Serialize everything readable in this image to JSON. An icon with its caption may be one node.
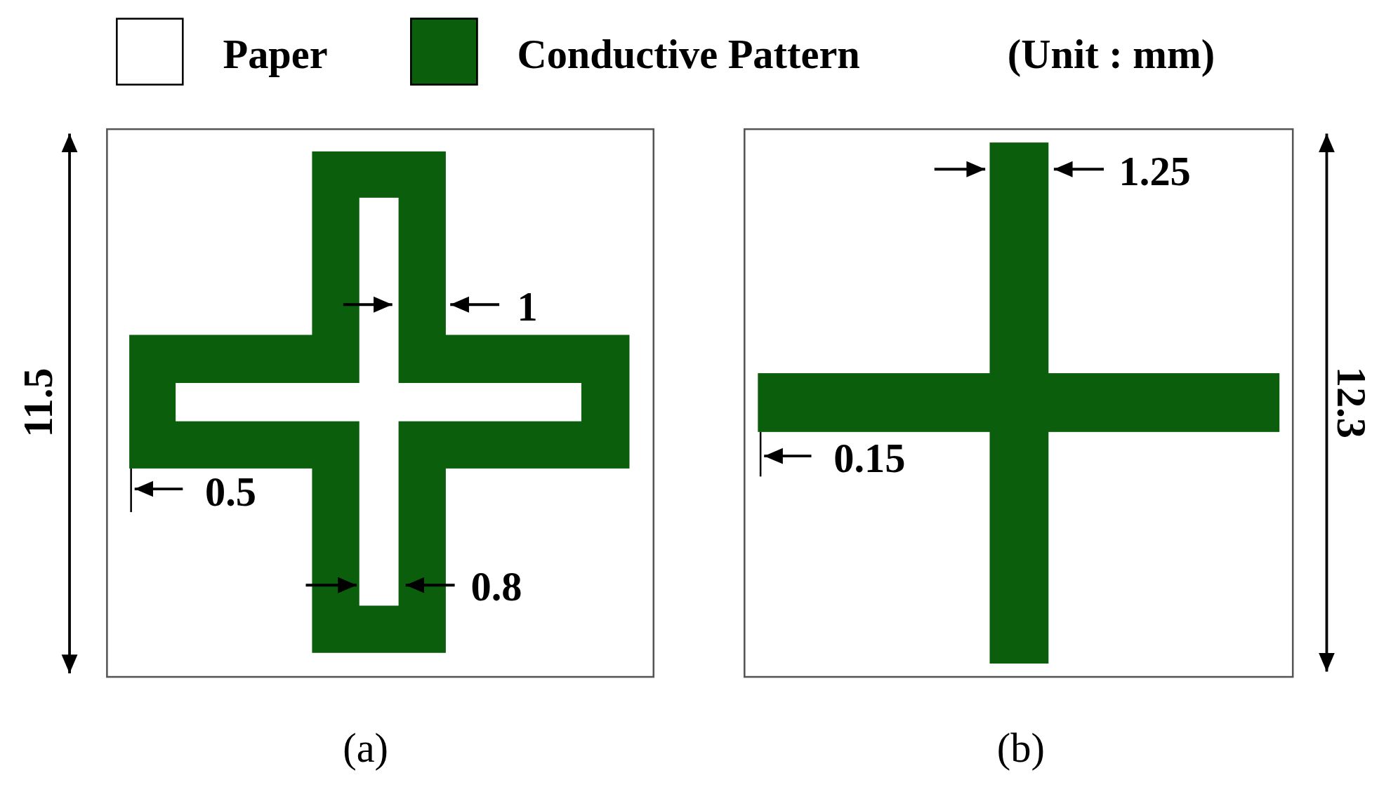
{
  "diagram": {
    "labels": [
      "(Unit : mm)",
      "1",
      "11.5",
      "0.5",
      "0.8",
      "1.25",
      "12.3",
      "0.15",
      "(a)",
      "(b)"
    ],
    "legend": [
      {
        "text": "Paper",
        "color": "#ffffff"
      },
      {
        "text": "Conductive Pattern",
        "color": "#0b5e0b"
      }
    ]
  }
}
